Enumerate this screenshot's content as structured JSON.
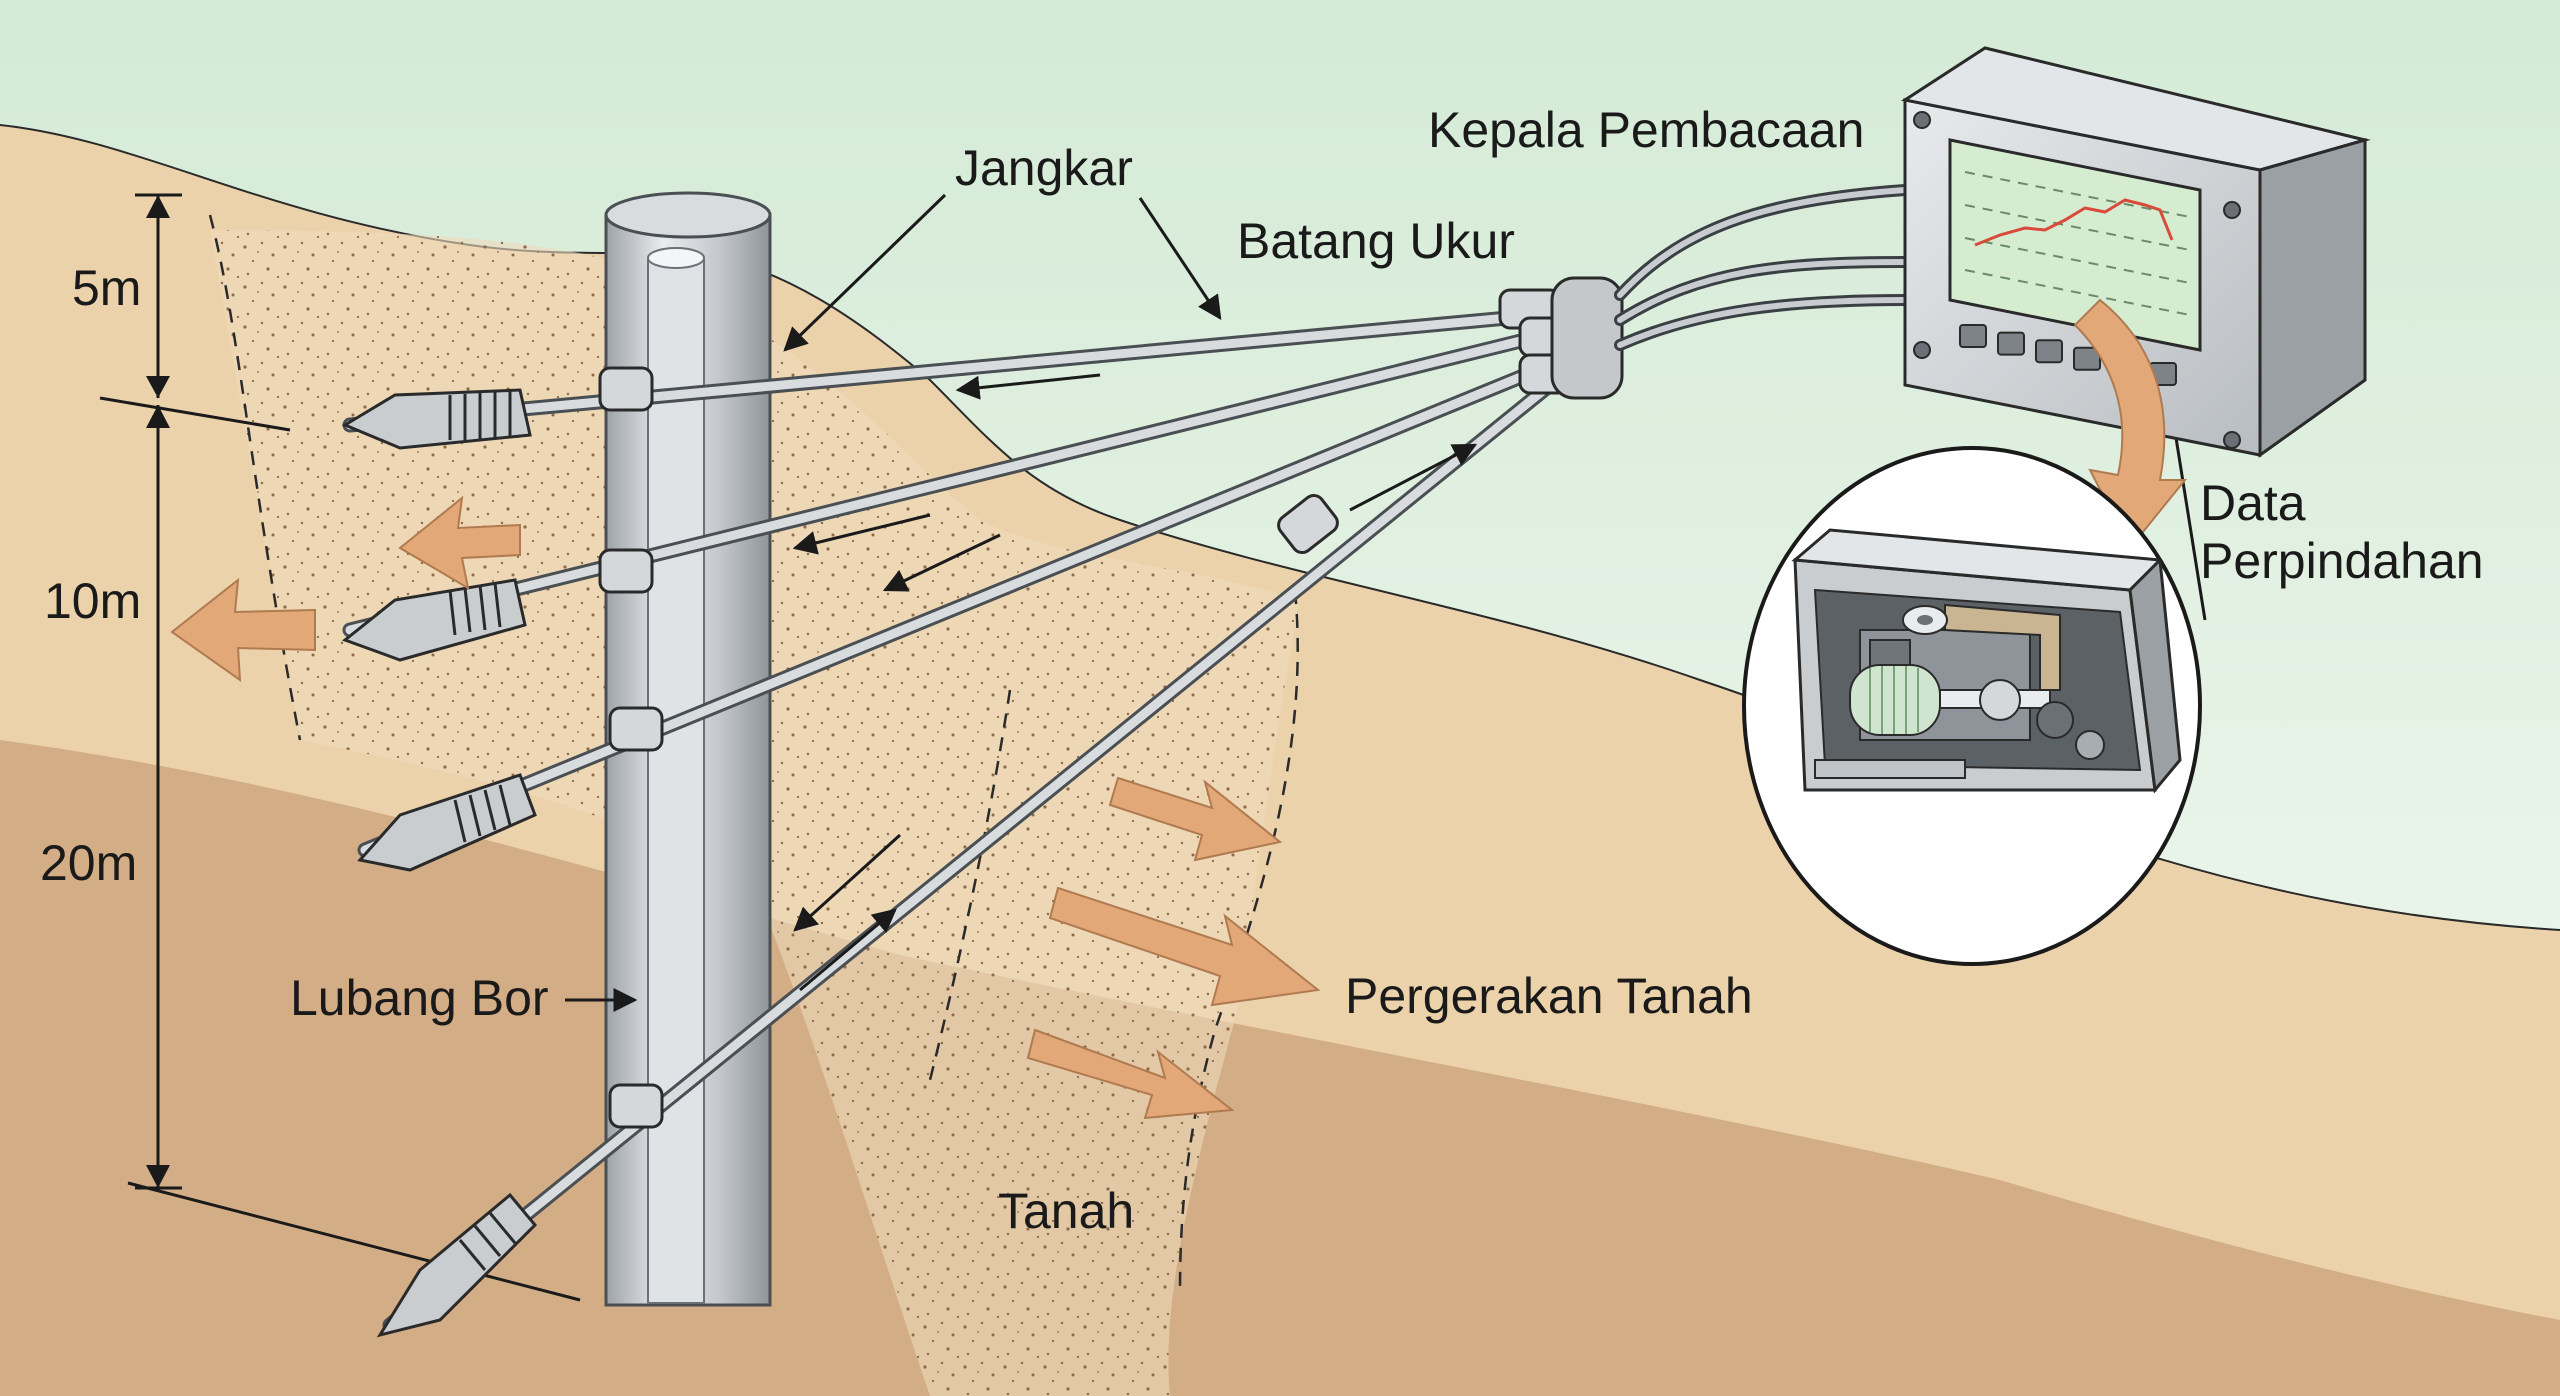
{
  "labels": {
    "anchor": "Jangkar",
    "measuring_rod": "Batang Ukur",
    "reading_head": "Kepala Pembacaan",
    "displacement_data": [
      "Data",
      "Perpindahan"
    ],
    "borehole": "Lubang Bor",
    "ground_movement": "Pergerakan Tanah",
    "soil": "Tanah"
  },
  "depths": [
    "5m",
    "10m",
    "20m"
  ],
  "display": {
    "button_count": 6
  },
  "colors": {
    "sky": "#e3f1e2",
    "soil_light": "#ecd2ab",
    "soil_dark": "#d3ad85",
    "movement_arrow": "#e2a878",
    "steel": "#c4c8cb",
    "screen": "#d6ecd0",
    "graph_line": "#d84a3a"
  }
}
